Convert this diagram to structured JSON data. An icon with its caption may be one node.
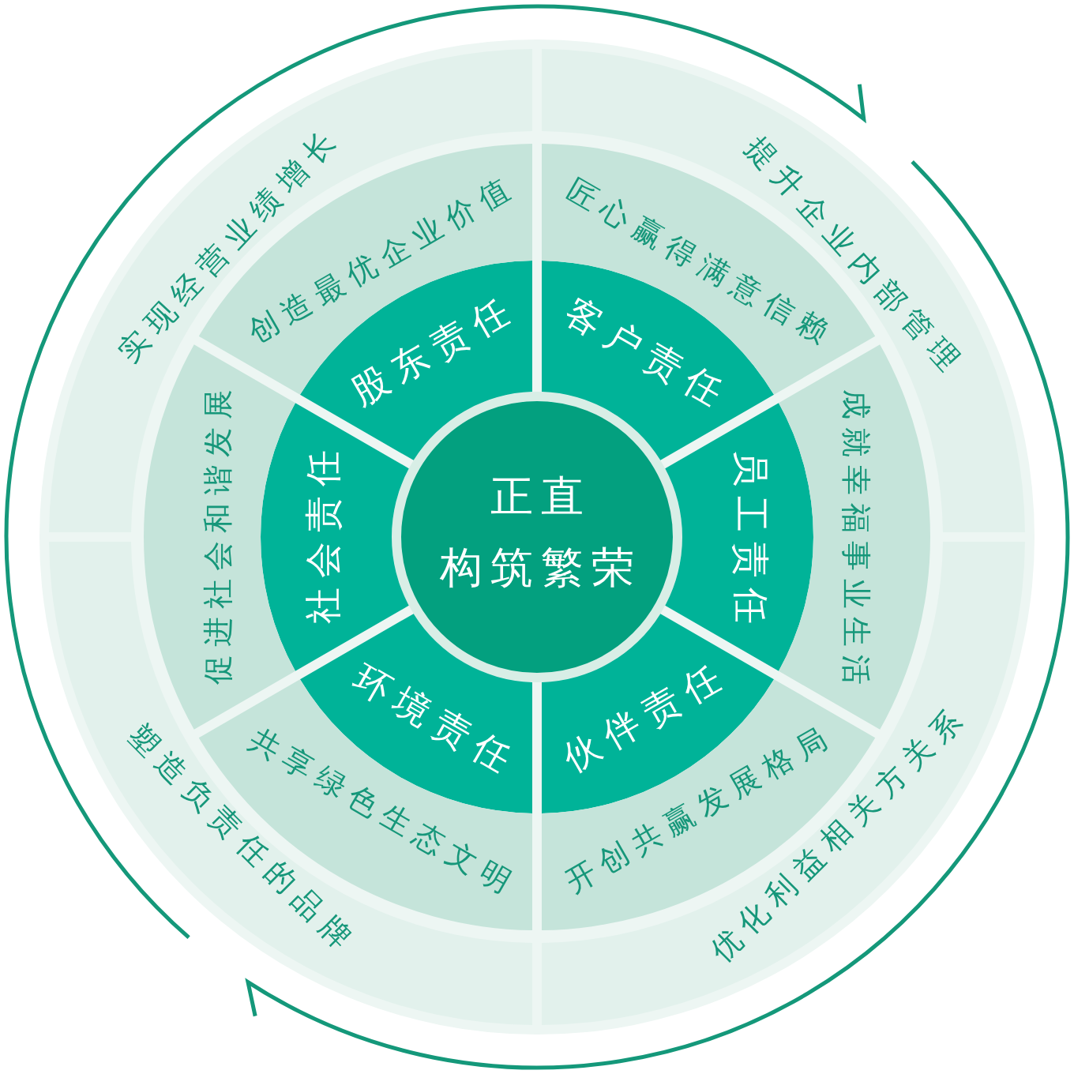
{
  "diagram": {
    "nodes": [
      {
        "text": [
          "正直",
          "构筑繁荣"
        ]
      },
      {
        "text": [
          "股东责任"
        ]
      },
      {
        "text": [
          "客户责任"
        ]
      },
      {
        "text": [
          "员工责任"
        ]
      },
      {
        "text": [
          "伙伴责任"
        ]
      },
      {
        "text": [
          "环境责任"
        ]
      },
      {
        "text": [
          "社会责任"
        ]
      },
      {
        "text": [
          "创造最优企业价值"
        ]
      },
      {
        "text": [
          "匠心赢得满意信赖"
        ]
      },
      {
        "text": [
          "成就幸福事业生活"
        ]
      },
      {
        "text": [
          "开创共赢发展格局"
        ]
      },
      {
        "text": [
          "共享绿色生态文明"
        ]
      },
      {
        "text": [
          "促进社会和谐发展"
        ]
      },
      {
        "text": [
          "实现经营业绩增长"
        ]
      },
      {
        "text": [
          "提升企业内部管理"
        ]
      },
      {
        "text": [
          "优化利益相关方关系"
        ]
      },
      {
        "text": [
          "塑造负责任的品牌"
        ]
      }
    ]
  }
}
